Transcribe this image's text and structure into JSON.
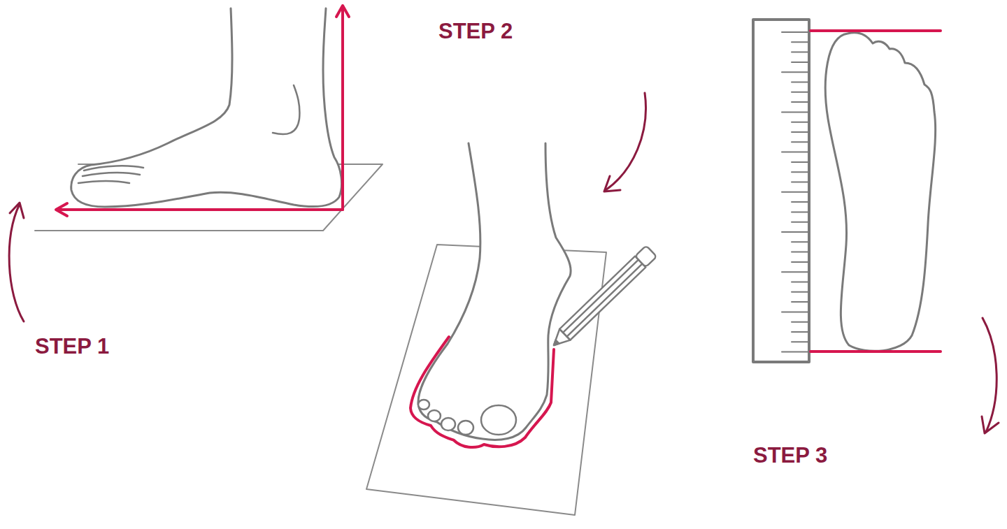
{
  "diagram": {
    "labels": [
      "STEP 1",
      "STEP 2",
      "STEP 3"
    ]
  }
}
